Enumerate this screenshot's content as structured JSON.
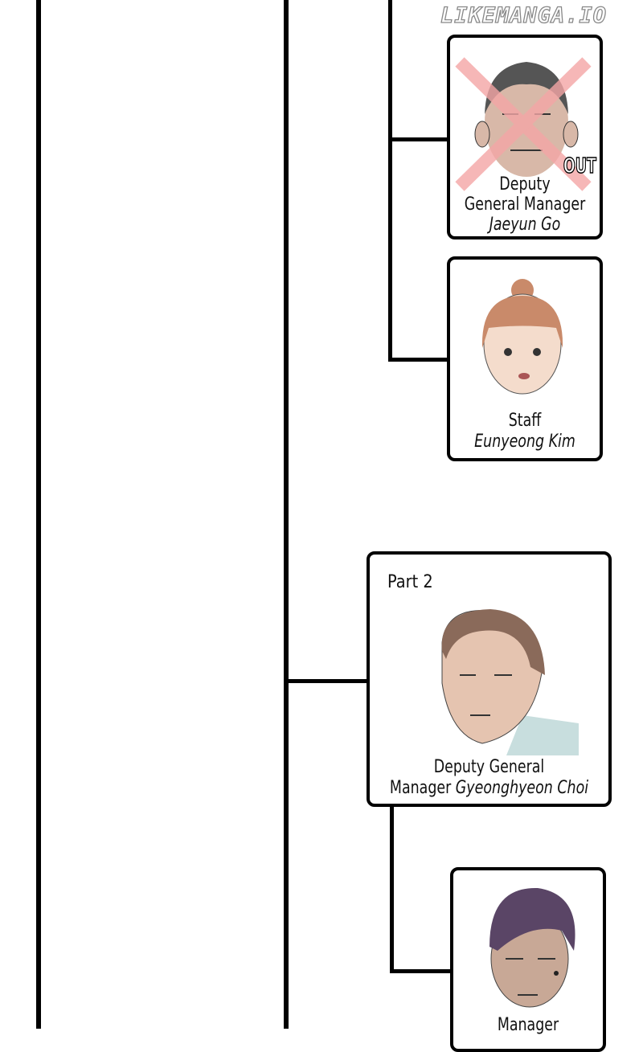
{
  "watermark": "LIKEMANGA.IO",
  "cards": [
    {
      "role": "Deputy General Manager",
      "role_line1": "Deputy",
      "role_line2": "General Manager",
      "name": "Jaeyun Go",
      "stamp": "OUT",
      "crossed_out": true
    },
    {
      "role": "Staff",
      "name": "Eunyeong Kim"
    },
    {
      "section": "Part 2",
      "role_line1": "Deputy General",
      "role_line2": "Manager",
      "name": "Gyeonghyeon Choi"
    },
    {
      "role": "Manager"
    }
  ],
  "colors": {
    "cross": "#f4a6a6",
    "line": "#000000"
  }
}
